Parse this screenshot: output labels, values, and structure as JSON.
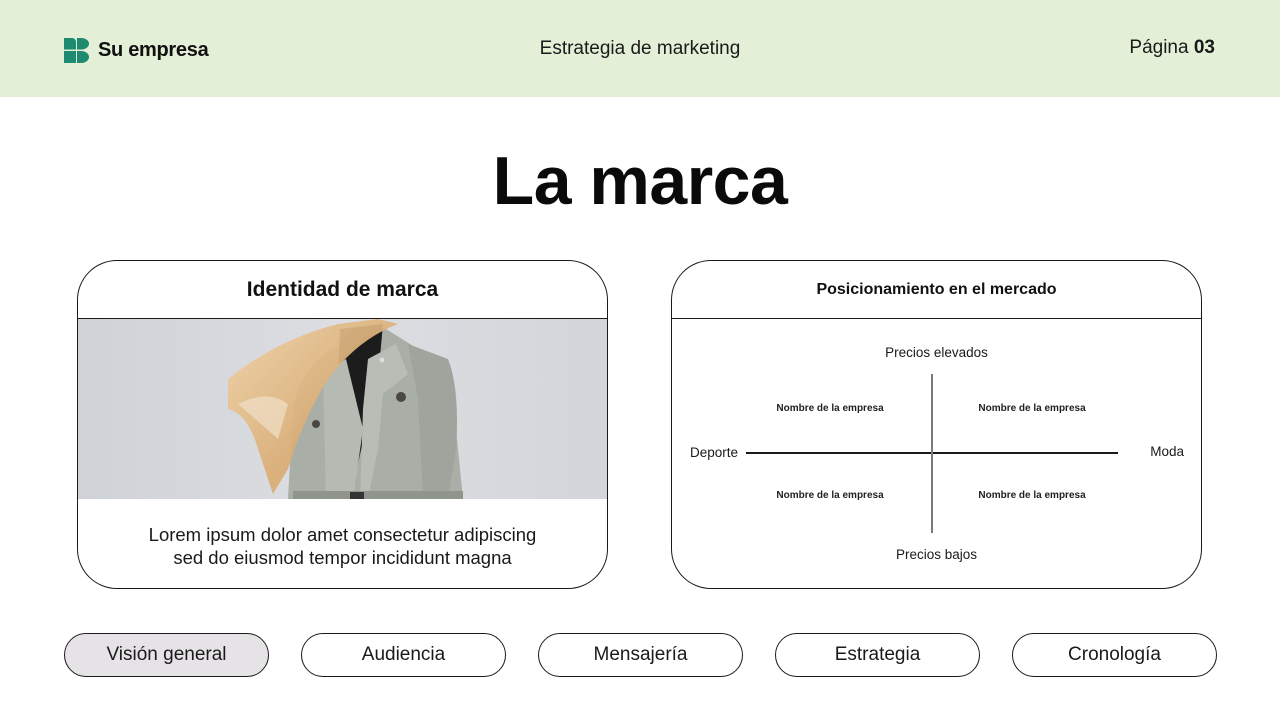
{
  "header": {
    "brand": "Su empresa",
    "brand_color": "#1e8a6f",
    "title": "Estrategia de marketing",
    "page_label": "Página",
    "page_number": "03",
    "background": "#e3efd6"
  },
  "main": {
    "title": "La marca"
  },
  "identity_card": {
    "title": "Identidad de marca",
    "image_alt": "Persona con abrigo gris y cabello rubio al viento",
    "description_line1": "Lorem ipsum dolor amet consectetur adipiscing",
    "description_line2": "sed do eiusmod tempor incididunt magna"
  },
  "positioning_card": {
    "title": "Posicionamiento en el mercado",
    "axis_top": "Precios elevados",
    "axis_bottom": "Precios bajos",
    "axis_left": "Deporte",
    "axis_right": "Moda",
    "quadrants": {
      "top_left": "Nombre de la empresa",
      "top_right": "Nombre de la empresa",
      "bottom_left": "Nombre de la empresa",
      "bottom_right": "Nombre de la empresa"
    }
  },
  "nav": {
    "items": [
      {
        "label": "Visión general",
        "active": true
      },
      {
        "label": "Audiencia",
        "active": false
      },
      {
        "label": "Mensajería",
        "active": false
      },
      {
        "label": "Estrategia",
        "active": false
      },
      {
        "label": "Cronología",
        "active": false
      }
    ]
  }
}
